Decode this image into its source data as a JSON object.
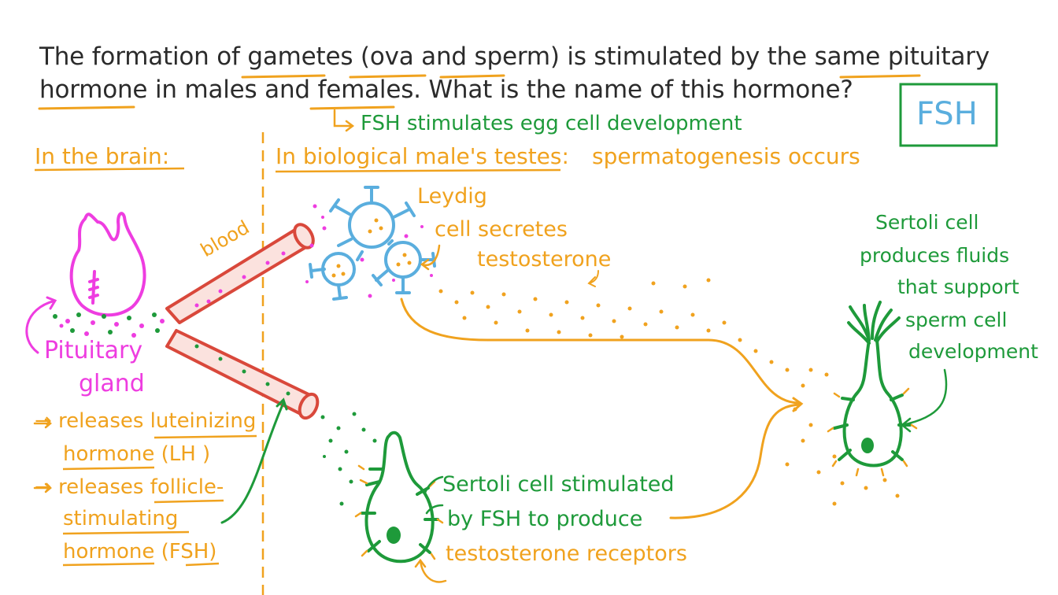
{
  "question": {
    "line1": "The formation of gametes (ova and sperm) is stimulated by the same pituitary",
    "line2": "hormone in males and females. What is the name of this hormone?",
    "note": "FSH stimulates egg cell development"
  },
  "answer_box": {
    "text": "FSH"
  },
  "brain_section": {
    "heading": "In the brain:",
    "gland_label_1": "Pituitary",
    "gland_label_2": "gland",
    "blood_label": "blood",
    "release1_a": "→ releases luteinizing",
    "release1_b": "hormone (LH )",
    "release2_a": "→ releases follicle-",
    "release2_b": "stimulating",
    "release2_c": "hormone (FSH)"
  },
  "testes_section": {
    "heading": "In biological male's testes:",
    "heading_suffix": "spermatogenesis occurs",
    "leydig_1": "Leydig",
    "leydig_2": "cell secretes",
    "leydig_3": "testosterone",
    "sertoli_top_1": "Sertoli cell",
    "sertoli_top_2": "produces fluids",
    "sertoli_top_3": "that support",
    "sertoli_top_4": "sperm cell",
    "sertoli_top_5": "development",
    "sertoli_bottom_1": "Sertoli cell stimulated",
    "sertoli_bottom_2": "by FSH to produce",
    "sertoli_bottom_3": "testosterone receptors"
  },
  "colors": {
    "ink": "#2b2b2b",
    "orange": "#f0a21e",
    "green": "#1e9a3a",
    "magenta": "#ee3de0",
    "blue": "#5aaede",
    "red": "#d9483b"
  },
  "icons": [
    "pituitary-gland-icon",
    "blood-vessel-icon",
    "leydig-cell-icon",
    "sertoli-cell-icon",
    "arrow-icon"
  ]
}
